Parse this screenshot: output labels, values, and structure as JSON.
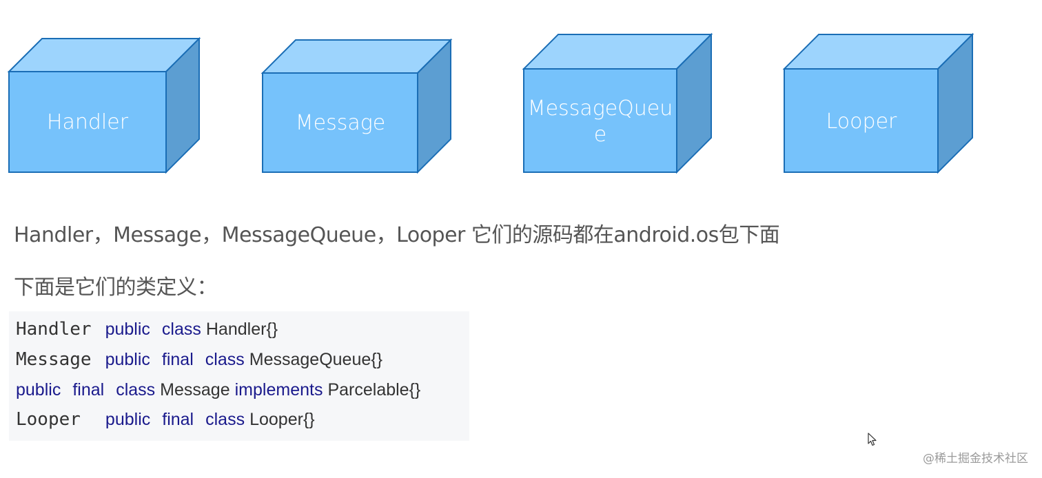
{
  "diagram": {
    "cubes": [
      {
        "label": "Handler"
      },
      {
        "label": "Message"
      },
      {
        "label": "MessageQueue",
        "label_lines": [
          "MessageQueu",
          "e"
        ]
      },
      {
        "label": "Looper"
      }
    ],
    "colors": {
      "front": "#76c2fb",
      "top": "#9dd4fd",
      "side": "#5c9ed2",
      "border": "#1a6db5"
    }
  },
  "text": {
    "paragraph1": "Handler，Message，MessageQueue，Looper 它们的源码都在android.os包下面",
    "paragraph2": "下面是它们的类定义："
  },
  "code_block": {
    "lines": [
      {
        "name": "Handler",
        "tokens": [
          "public",
          "class",
          "Handler{}"
        ]
      },
      {
        "name": "Message",
        "tokens": [
          "public",
          "final",
          "class",
          "MessageQueue{}"
        ]
      },
      {
        "name": "",
        "tokens": [
          "public",
          "final",
          "class",
          "Message",
          "implements",
          "Parcelable{}"
        ]
      },
      {
        "name": "Looper",
        "tokens": [
          "public",
          "final",
          "class",
          "Looper{}"
        ]
      }
    ],
    "colors": {
      "keyword": "#1a1a8c",
      "text": "#333333",
      "background": "#f6f7f9"
    }
  },
  "cursor": {
    "icon": "mouse-pointer-icon"
  },
  "watermark": "@稀土掘金技术社区"
}
